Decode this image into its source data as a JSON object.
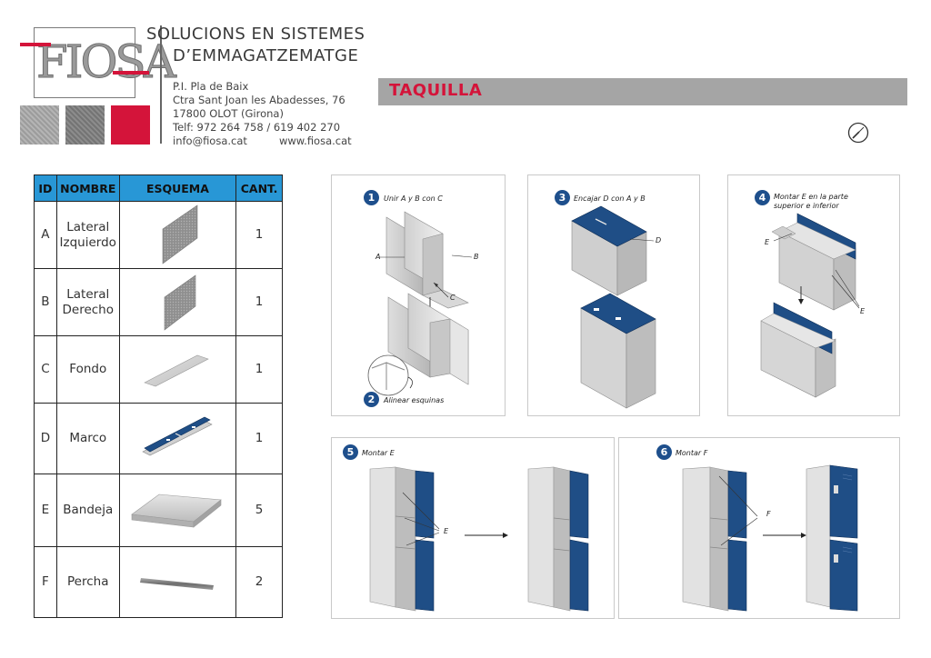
{
  "header": {
    "logo_text": "FIOSA",
    "company_line1": "SOLUCIONS EN SISTEMES",
    "company_line2": "D’EMMAGATZEMATGE",
    "address": [
      "P.I. Pla de Baix",
      "Ctra Sant Joan les Abadesses, 76",
      "17800 OLOT (Girona)",
      "Telf: 972 264 758 / 619 402 270"
    ],
    "email": "info@fiosa.cat",
    "web": "www.fiosa.cat",
    "title": "TAQUILLA",
    "colors": {
      "brand_red": "#d4143a",
      "brand_blue": "#2897d6",
      "step_blue": "#1e4f8c"
    }
  },
  "parts_table": {
    "headers": [
      "ID",
      "NOMBRE",
      "ESQUEMA",
      "CANT."
    ],
    "rows": [
      {
        "id": "A",
        "name": [
          "Lateral",
          "Izquierdo"
        ],
        "qty": "1",
        "icon": "side-panel-icon"
      },
      {
        "id": "B",
        "name": [
          "Lateral",
          "Derecho"
        ],
        "qty": "1",
        "icon": "side-panel-icon"
      },
      {
        "id": "C",
        "name": [
          "Fondo"
        ],
        "qty": "1",
        "icon": "back-panel-icon"
      },
      {
        "id": "D",
        "name": [
          "Marco"
        ],
        "qty": "1",
        "icon": "frame-icon"
      },
      {
        "id": "E",
        "name": [
          "Bandeja"
        ],
        "qty": "5",
        "icon": "shelf-icon"
      },
      {
        "id": "F",
        "name": [
          "Percha"
        ],
        "qty": "2",
        "icon": "hanger-rod-icon"
      }
    ]
  },
  "steps": {
    "s1": {
      "num": "1",
      "text": "Unir A y B con C",
      "labels": [
        "A",
        "B",
        "C"
      ]
    },
    "s2": {
      "num": "2",
      "text": "Alinear esquinas"
    },
    "s3": {
      "num": "3",
      "text": "Encajar D con A y B",
      "labels": [
        "D"
      ]
    },
    "s4": {
      "num": "4",
      "text_lines": [
        "Montar E en la parte",
        "superior e inferior"
      ],
      "labels": [
        "E",
        "E"
      ]
    },
    "s5": {
      "num": "5",
      "text": "Montar E",
      "labels": [
        "E"
      ]
    },
    "s6": {
      "num": "6",
      "text": "Montar F",
      "labels": [
        "F"
      ]
    }
  }
}
